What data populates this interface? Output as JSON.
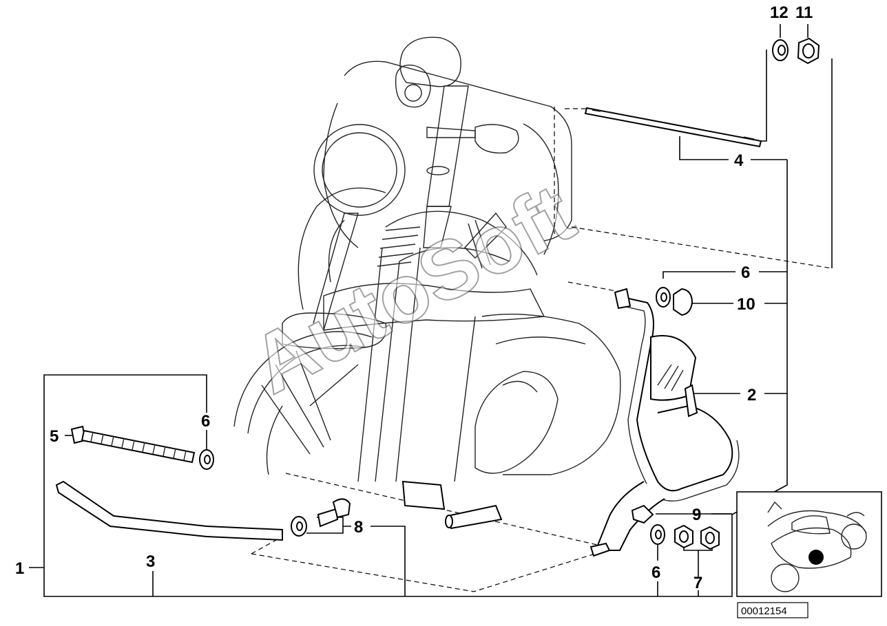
{
  "watermark": "AutoSoft",
  "diagram_ref": "00012154",
  "callouts": {
    "c1": "1",
    "c2": "2",
    "c3": "3",
    "c4": "4",
    "c5": "5",
    "c6a": "6",
    "c6b": "6",
    "c6c": "6",
    "c7": "7",
    "c8": "8",
    "c9": "9",
    "c10": "10",
    "c11": "11",
    "c12": "12"
  },
  "icons": {
    "motorcycle_outline": "motorcycle-thumbnail-icon",
    "position_marker": "location-dot-icon"
  }
}
